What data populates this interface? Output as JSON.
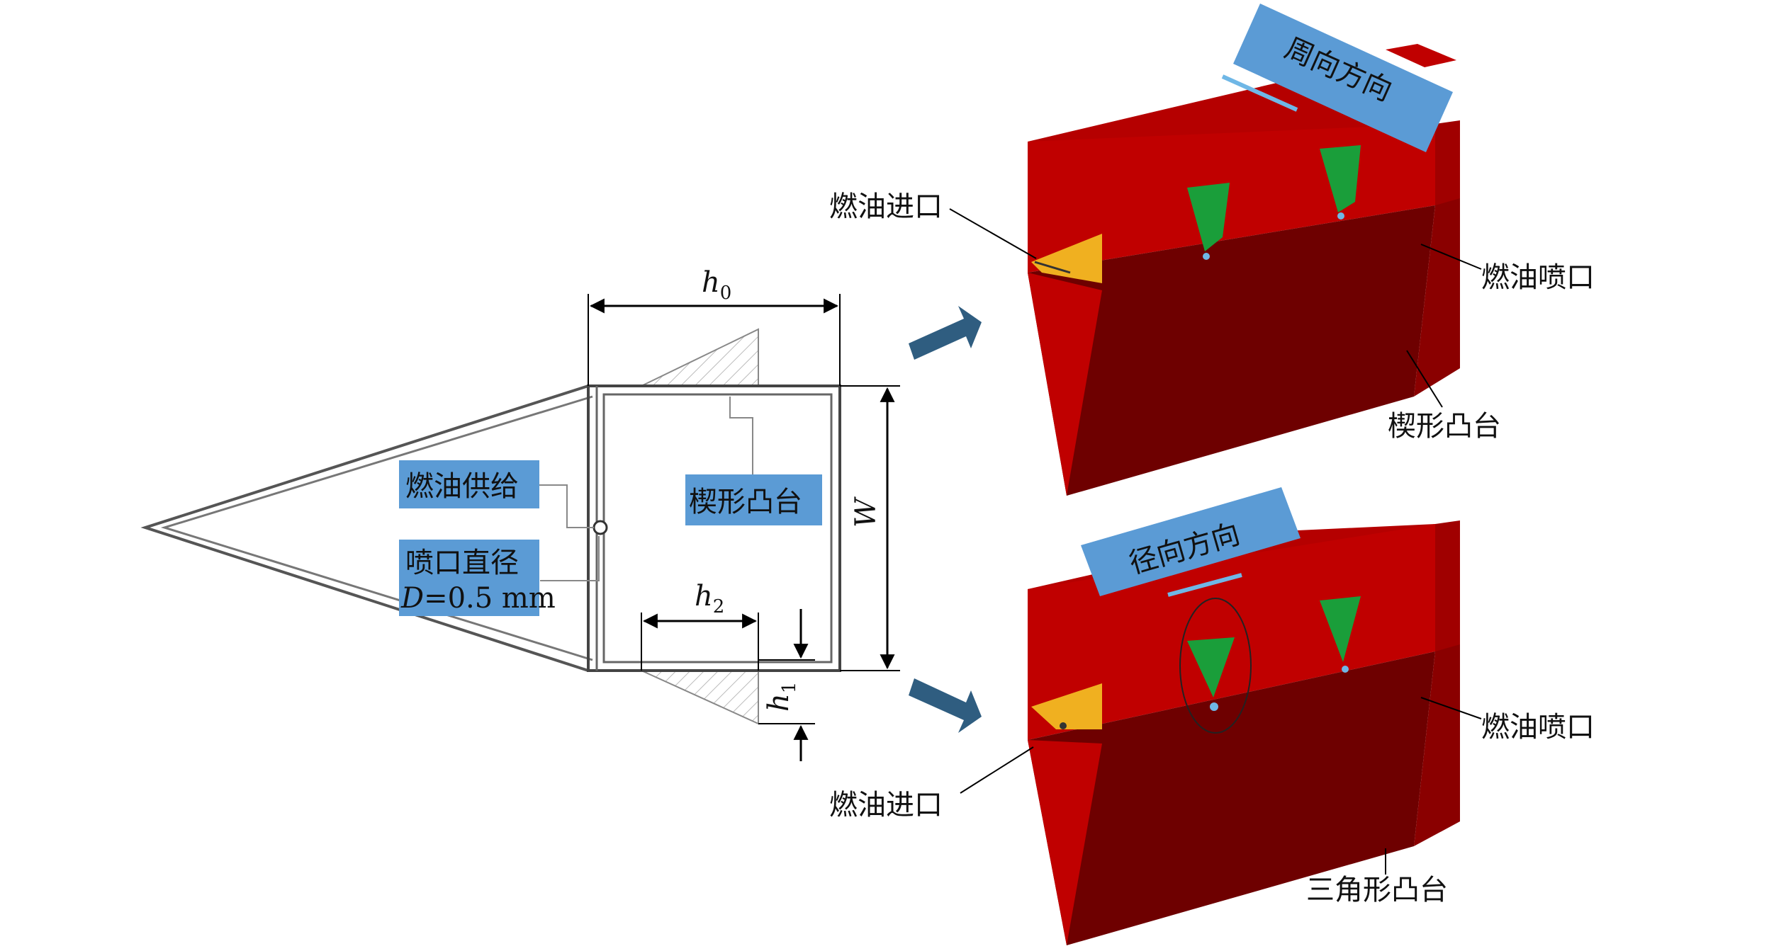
{
  "colors": {
    "label_box": "#5b9bd5",
    "body_red": "#c00000",
    "body_dark": "#6e0000",
    "wedge_green": "#1a9e3a",
    "inlet_yellow": "#f0b020",
    "line": "#333333"
  },
  "schematic": {
    "h0": "h",
    "h0_sub": "0",
    "h1": "h",
    "h1_sub": "1",
    "h2": "h",
    "h2_sub": "2",
    "W": "W",
    "fuel_supply": "燃油供给",
    "wedge_boss": "楔形凸台",
    "nozzle_diameter_line1": "喷口直径",
    "nozzle_diameter_D": "D",
    "nozzle_diameter_value": "=0.5 mm"
  },
  "top_model": {
    "direction": "周向方向",
    "fuel_inlet": "燃油进口",
    "fuel_nozzle": "燃油喷口",
    "boss": "楔形凸台"
  },
  "bottom_model": {
    "direction": "径向方向",
    "fuel_inlet": "燃油进口",
    "fuel_nozzle": "燃油喷口",
    "boss": "三角形凸台"
  }
}
